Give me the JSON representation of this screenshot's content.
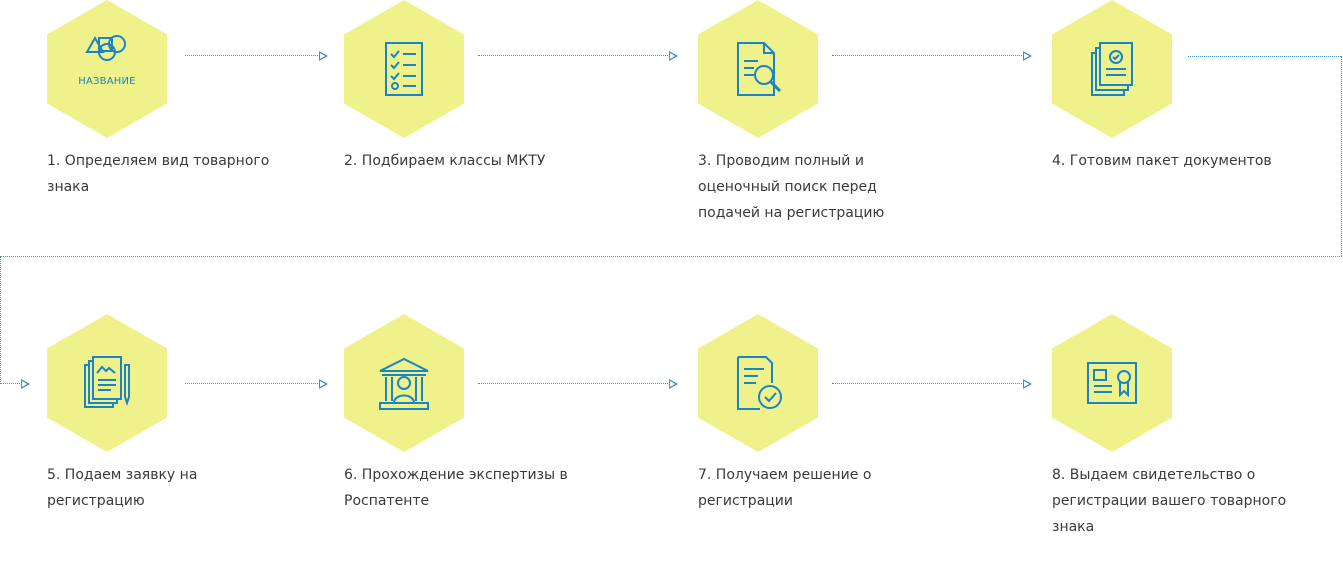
{
  "colors": {
    "hex_fill": "#eff28a",
    "icon_stroke": "#1a84c6",
    "connector": "#3d92d2",
    "text": "#3a3a3a"
  },
  "steps": [
    {
      "label": "1. Определяем вид товарного знака",
      "icon": "shapes-name-icon",
      "icon_text": "НАЗВАНИЕ"
    },
    {
      "label": "2. Подбираем классы МКТУ",
      "icon": "checklist-icon"
    },
    {
      "label": "3. Проводим полный и оценочный поиск перед подачей на регистрацию",
      "icon": "document-search-icon"
    },
    {
      "label": "4. Готовим пакет документов",
      "icon": "document-stack-icon"
    },
    {
      "label": "5. Подаем заявку на регистрацию",
      "icon": "application-pen-icon"
    },
    {
      "label": "6. Прохождение экспертизы в Роспатенте",
      "icon": "institution-person-icon"
    },
    {
      "label": "7. Получаем решение о регистрации",
      "icon": "document-approved-icon"
    },
    {
      "label": "8. Выдаем свидетельство о регистрации вашего товарного знака",
      "icon": "certificate-icon"
    }
  ]
}
